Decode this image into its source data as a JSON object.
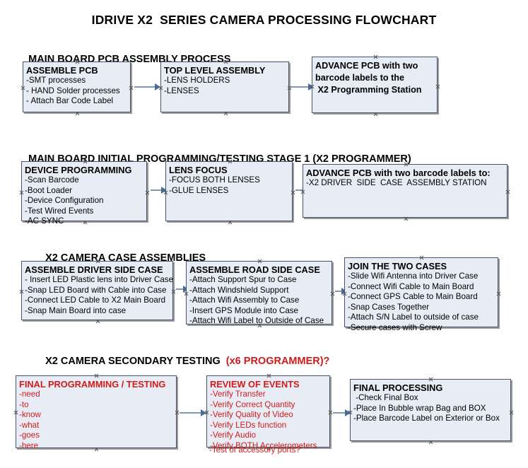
{
  "document": {
    "title": "IDRIVE X2  SERIES CAMERA PROCESSING FLOWCHART"
  },
  "colors": {
    "box_fill": "#e8edf5",
    "box_border": "#43536b",
    "connector": "#8497b0",
    "red_text": "#d11a1a",
    "black_text": "#000000"
  },
  "sections": [
    {
      "heading": "MAIN BOARD PCB ASSEMBLY PROCESS",
      "heading_note": "",
      "boxes": [
        {
          "title": "ASSEMBLE PCB",
          "lines": [
            "-SMT processes",
            "- HAND Solder processes",
            "- Attach Bar Code Label"
          ]
        },
        {
          "title": "TOP LEVEL ASSEMBLY",
          "lines": [
            "-LENS HOLDERS",
            "-LENSES"
          ]
        },
        {
          "title": "ADVANCE PCB with two",
          "lines": [
            "barcode labels to the",
            " X2 Programming Station"
          ]
        }
      ]
    },
    {
      "heading": "MAIN BOARD INITIAL PROGRAMMING/TESTING STAGE 1 (X2 PROGRAMMER)",
      "heading_note": "",
      "boxes": [
        {
          "title": "DEVICE PROGRAMMING",
          "lines": [
            "-Scan Barcode",
            "-Boot Loader",
            "-Device Configuration",
            "-Test Wired Events",
            "-AC SYNC"
          ]
        },
        {
          "title": "LENS FOCUS",
          "lines": [
            "-FOCUS BOTH LENSES",
            "-GLUE LENSES"
          ]
        },
        {
          "title": "ADVANCE PCB with two barcode labels to:",
          "lines": [
            "-X2 DRIVER  SIDE  CASE  ASSEMBLY STATION"
          ]
        }
      ]
    },
    {
      "heading": "X2 CAMERA CASE ASSEMBLIES",
      "heading_note": "",
      "boxes": [
        {
          "title": "ASSEMBLE DRIVER SIDE CASE",
          "lines": [
            "- Insert LED Plastic lens into Driver Case",
            "-Snap LED Board with Cable into Case",
            "-Connect LED Cable to X2 Main Board",
            "-Snap Main Board into case"
          ]
        },
        {
          "title": "ASSEMBLE ROAD SIDE CASE",
          "lines": [
            "-Attach Support Spur to Case",
            "-Attach Windshield Support",
            "-Attach Wifi Assembly to Case",
            "-Insert GPS Module into Case",
            "-Attach Wifi Label to Outside of Case"
          ]
        },
        {
          "title": "JOIN THE TWO CASES",
          "lines": [
            "-Slide Wifi Antenna into Driver Case",
            "-Connect Wifi Cable to Main Board",
            "-Connect GPS Cable to Main Board",
            "-Snap Cases Together",
            "-Attach S/N Label to outside of case",
            "-Secure cases with Screw"
          ]
        }
      ]
    },
    {
      "heading": "X2 CAMERA SECONDARY TESTING ",
      "heading_note": " (x6 PROGRAMMER)?",
      "boxes": [
        {
          "title": "FINAL PROGRAMMING / TESTING",
          "lines": [
            "-need",
            "-to",
            "-know",
            "-what",
            "-goes",
            "-here"
          ]
        },
        {
          "title": "REVIEW OF EVENTS",
          "lines": [
            "-Verify Transfer",
            "-Verify Correct Quantity",
            "-Verify Quality of Video",
            "-Verify LEDs function",
            "-Verify Audio",
            "-Verify BOTH Accelerometers"
          ],
          "overflow_line": "-Test of accessory ports?"
        },
        {
          "title": "FINAL PROCESSING",
          "lines": [
            " -Check Final Box",
            "-Place In Bubble wrap Bag and BOX",
            "-Place Barcode Label on Exterior or Box"
          ]
        }
      ]
    }
  ]
}
